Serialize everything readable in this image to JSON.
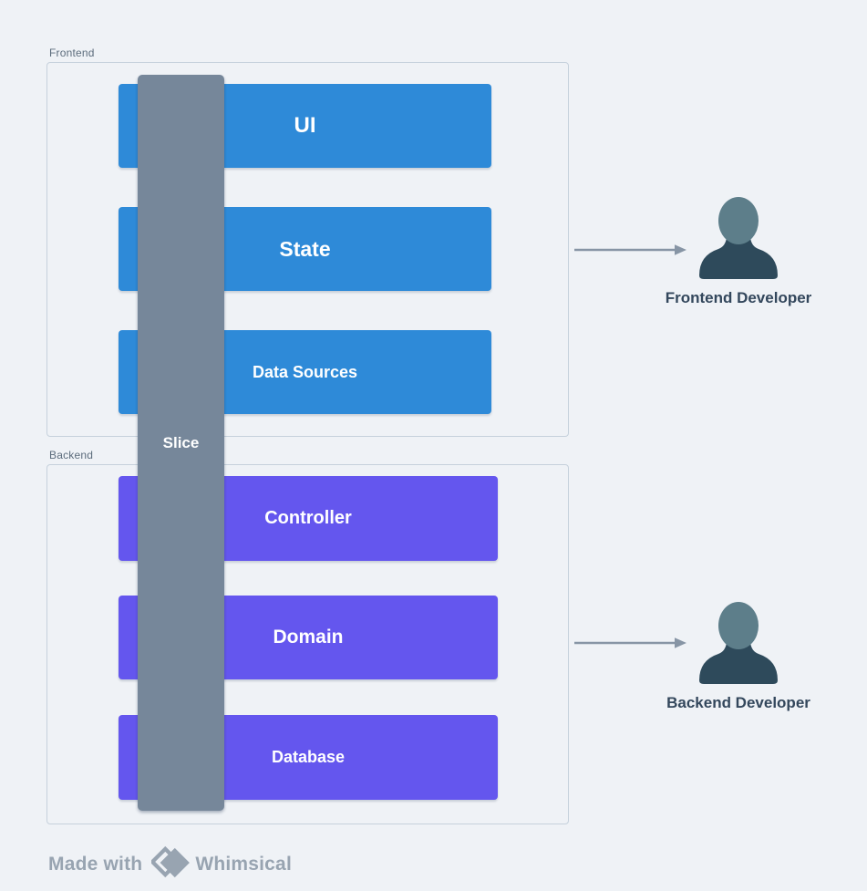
{
  "diagram": {
    "slice": {
      "label": "Slice"
    },
    "groups": [
      {
        "label": "Frontend",
        "boxes": [
          {
            "label": "UI"
          },
          {
            "label": "State"
          },
          {
            "label": "Data Sources"
          }
        ],
        "actor": {
          "label": "Frontend Developer"
        }
      },
      {
        "label": "Backend",
        "boxes": [
          {
            "label": "Controller"
          },
          {
            "label": "Domain"
          },
          {
            "label": "Database"
          }
        ],
        "actor": {
          "label": "Backend Developer"
        }
      }
    ],
    "colors": {
      "background": "#EFF2F6",
      "frontend_node": "#2E8AD8",
      "backend_node": "#6456EE",
      "slice_bar": "#76879A",
      "group_border": "#C6D1DC",
      "arrow": "#8795A5",
      "actor_head": "#5D7E8A",
      "actor_body": "#2E4A5B",
      "actor_label_text": "#33475C",
      "footer_text": "#98A4B1"
    }
  },
  "footer": {
    "prefix": "Made with",
    "brand": "Whimsical"
  }
}
